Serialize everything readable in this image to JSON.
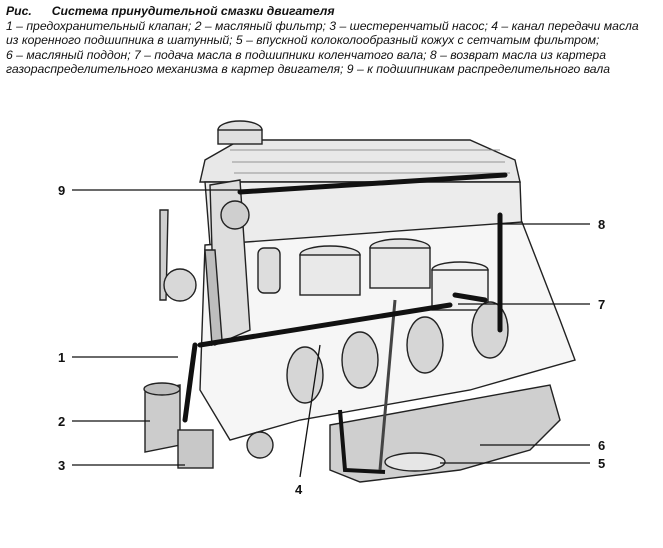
{
  "caption": {
    "label": "Рис.",
    "title": "Система принудительной смазки двигателя",
    "lines": [
      "1 – предохранительный клапан; 2 – масляный фильтр; 3 – шестеренчатый насос; 4 – канал передачи масла",
      "из коренного подшипника в шатунный; 5 – впускной колоколообразный кожух с сетчатым фильтром;",
      "6 – масляный поддон; 7 – подача масла в подшипники коленчатого вала; 8 – возврат масла из картера",
      "газораспределительного механизма в картер двигателя; 9 – к подшипникам распределительного вала"
    ]
  },
  "callouts": {
    "n1": "1",
    "n2": "2",
    "n3": "3",
    "n4": "4",
    "n5": "5",
    "n6": "6",
    "n7": "7",
    "n8": "8",
    "n9": "9"
  }
}
